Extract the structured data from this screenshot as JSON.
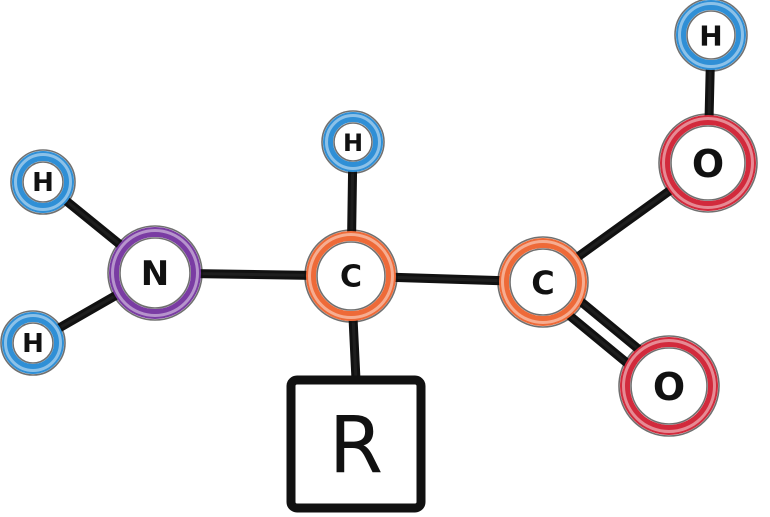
{
  "colors": {
    "hydrogen": "#2f8fd6",
    "nitrogen": "#7a3ca3",
    "carbon": "#ee6a38",
    "oxygen": "#d22a3c",
    "bond": "#111111"
  },
  "atoms": {
    "h_amino_top": {
      "label": "H",
      "element": "hydrogen"
    },
    "h_amino_bottom": {
      "label": "H",
      "element": "hydrogen"
    },
    "nitrogen": {
      "label": "N",
      "element": "nitrogen"
    },
    "h_alpha": {
      "label": "H",
      "element": "hydrogen"
    },
    "carbon_alpha": {
      "label": "C",
      "element": "carbon"
    },
    "carbon_carboxyl": {
      "label": "C",
      "element": "carbon"
    },
    "oxygen_hydroxyl": {
      "label": "O",
      "element": "oxygen"
    },
    "h_hydroxyl": {
      "label": "H",
      "element": "hydrogen"
    },
    "oxygen_carbonyl": {
      "label": "O",
      "element": "oxygen"
    }
  },
  "side_chain": {
    "label": "R"
  },
  "bonds": [
    {
      "from": "h_amino_top",
      "to": "nitrogen",
      "order": 1
    },
    {
      "from": "h_amino_bottom",
      "to": "nitrogen",
      "order": 1
    },
    {
      "from": "nitrogen",
      "to": "carbon_alpha",
      "order": 1
    },
    {
      "from": "h_alpha",
      "to": "carbon_alpha",
      "order": 1
    },
    {
      "from": "carbon_alpha",
      "to": "side_chain",
      "order": 1
    },
    {
      "from": "carbon_alpha",
      "to": "carbon_carboxyl",
      "order": 1
    },
    {
      "from": "carbon_carboxyl",
      "to": "oxygen_hydroxyl",
      "order": 1
    },
    {
      "from": "oxygen_hydroxyl",
      "to": "h_hydroxyl",
      "order": 1
    },
    {
      "from": "carbon_carboxyl",
      "to": "oxygen_carbonyl",
      "order": 2
    }
  ]
}
